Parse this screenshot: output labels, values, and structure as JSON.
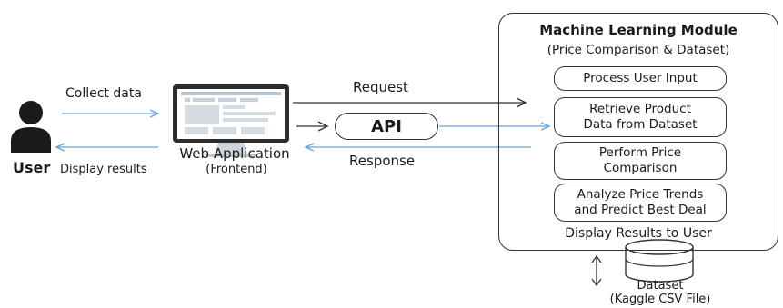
{
  "user": {
    "label": "User"
  },
  "web_app": {
    "title": "Web Application",
    "subtitle": "(Frontend)"
  },
  "flows": {
    "collect": "Collect data",
    "display": "Display results",
    "request": "Request",
    "response": "Response"
  },
  "api": {
    "label": "API"
  },
  "ml_module": {
    "title": "Machine Learning Module",
    "subtitle": "(Price Comparison & Dataset)",
    "steps": [
      {
        "line1": "Process User Input",
        "line2": ""
      },
      {
        "line1": "Retrieve Product",
        "line2": "Data from Dataset"
      },
      {
        "line1": "Perform Price",
        "line2": "Comparison"
      },
      {
        "line1": "Analyze Price Trends",
        "line2": "and Predict Best Deal"
      }
    ],
    "footer": "Display Results to User"
  },
  "dataset": {
    "title": "Dataset",
    "subtitle": "(Kaggle CSV File)"
  },
  "colors": {
    "arrow_blue": "#6aa6d8",
    "line_dark": "#333333"
  }
}
